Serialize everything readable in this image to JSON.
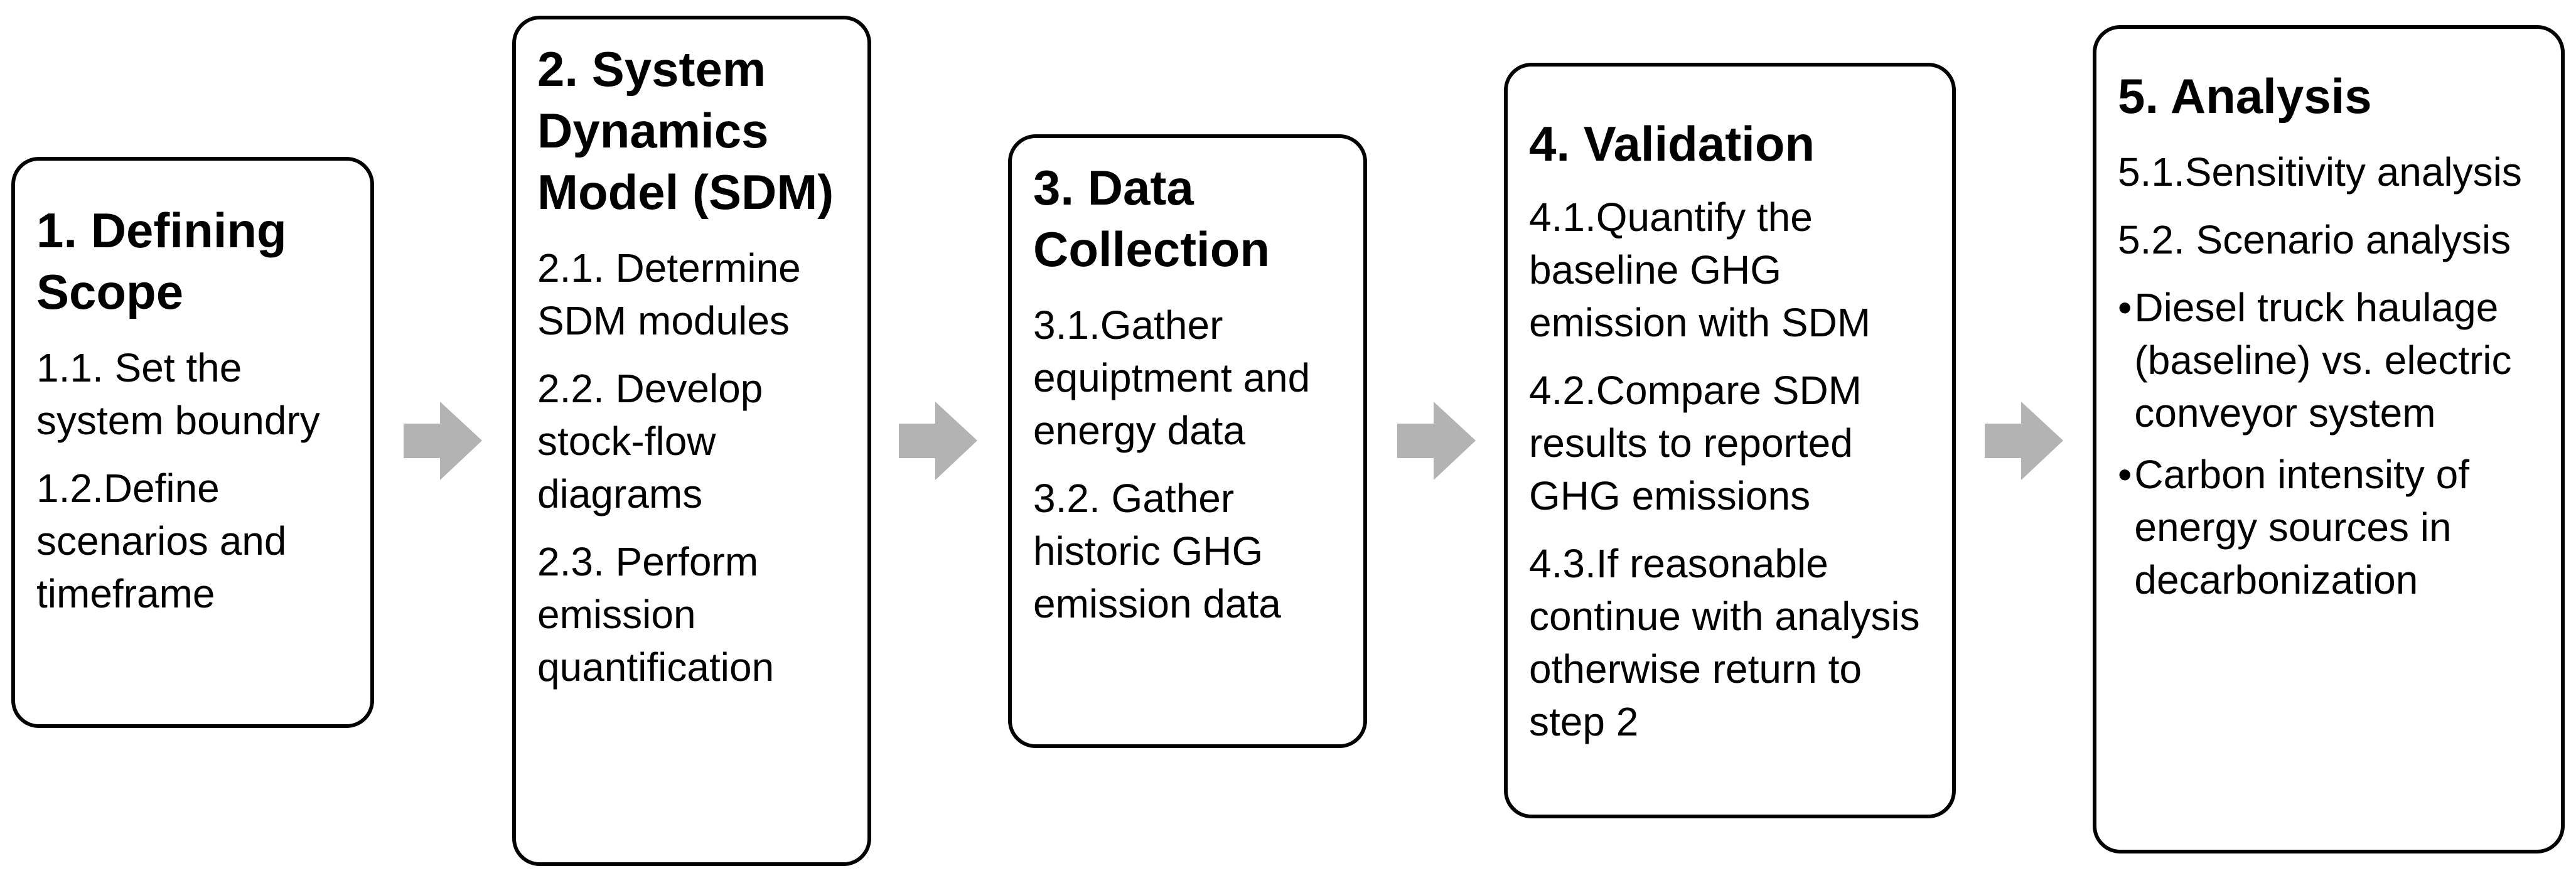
{
  "steps": [
    {
      "title": "1. Defining Scope",
      "items": [
        "1.1. Set the system boundry",
        "1.2.Define scenarios and timeframe"
      ]
    },
    {
      "title": "2. System Dynamics Model (SDM)",
      "items": [
        "2.1. Determine SDM modules",
        "2.2. Develop stock-flow diagrams",
        "2.3. Perform emission quantification"
      ]
    },
    {
      "title": "3. Data Collection",
      "items": [
        "3.1.Gather equiptment and energy data",
        "3.2. Gather historic GHG emission data"
      ]
    },
    {
      "title": "4. Validation",
      "items": [
        "4.1.Quantify the baseline GHG emission with SDM",
        "4.2.Compare SDM results to reported GHG emissions",
        "4.3.If reasonable continue with analysis otherwise return to step 2"
      ]
    },
    {
      "title": "5. Analysis",
      "items": [
        "5.1.Sensitivity analysis",
        "5.2. Scenario analysis"
      ],
      "bullet_symbol": "•",
      "bullets": [
        "Diesel truck haulage (baseline) vs. electric conveyor system",
        "Carbon intensity of energy sources in decarbonization"
      ]
    }
  ],
  "colors": {
    "arrow": "#b3b3b3",
    "border": "#000000"
  },
  "icons": {
    "connector": "arrow-right-icon"
  }
}
